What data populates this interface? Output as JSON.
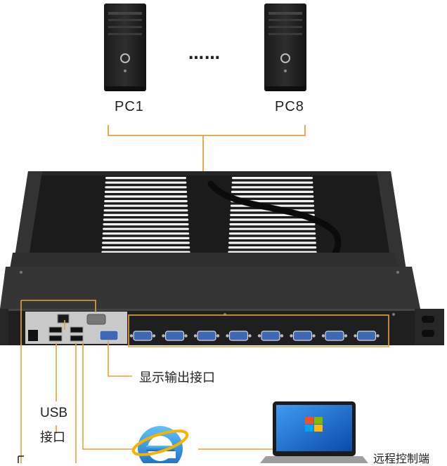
{
  "pcs": [
    {
      "label": "PC1"
    },
    {
      "label": "PC8"
    }
  ],
  "ellipsis": "……",
  "labels": {
    "display_output": "显示输出接口",
    "usb_line1": "USB",
    "usb_line2": "接口",
    "remote": "远程控制端"
  },
  "vga_port_count": 8,
  "colors": {
    "connector_line": "#e8a33a",
    "chassis": "#1f1f1f",
    "chassis_top": "#2b2b2b",
    "vga_port": "#3f68b3",
    "browser_icon": "#1e88e5",
    "laptop_screen": "#1a6fd6"
  },
  "icons": [
    "tower-pc-icon",
    "kvm-switch-icon",
    "vga-port-icon",
    "usb-port-icon",
    "browser-e-icon",
    "laptop-icon"
  ]
}
